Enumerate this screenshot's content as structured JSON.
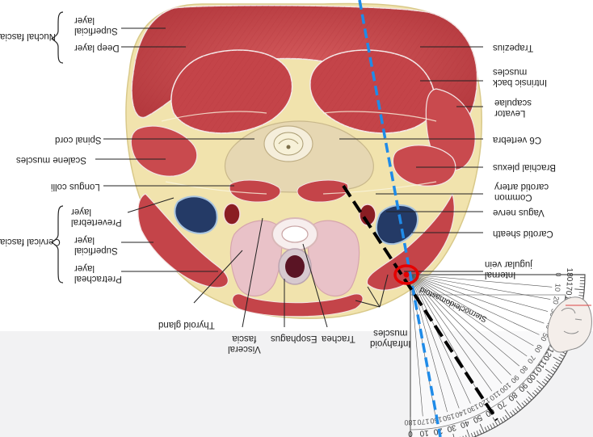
{
  "labels_right": {
    "trapezius": "Trapezius",
    "intrinsic_back": "Intrinsic back\nmuscles",
    "levator": "Levator\nscapulae",
    "c6": "C6 vertebra",
    "brachial": "Brachial plexus",
    "carotid_artery": "Common\ncarotid artery",
    "vagus": "Vagus nerve",
    "carotid_sheath": "Carotid sheath",
    "jugular": "Internal\njugular vein",
    "sternocleido": "Sternocleidomastoid"
  },
  "labels_left": {
    "superficial_layer_top": "Superficial\nlayer",
    "deep_layer": "Deep layer",
    "nuchal_fascia": "Nuchal fascia",
    "spinal_cord": "Spinal cord",
    "scalene": "Scalene muscles",
    "longus": "Longus colli",
    "prevertebral": "Prevertebral\nlayer",
    "superficial_layer_mid": "Superficial\nlayer",
    "pretracheal": "Pretracheal\nlayer",
    "cervical_fascia": "Cervical fascia",
    "thyroid": "Thyroid gland"
  },
  "labels_bottom": {
    "visceral": "Visceral\nfascia",
    "esophagus": "Esophagus",
    "trachea": "Trachea",
    "infrahyoid": "Infrahyoid\nmuscles"
  },
  "protractor": {
    "outer_scale": [
      "180",
      "170",
      "160",
      "150",
      "140",
      "130",
      "120",
      "110",
      "100",
      "90",
      "80",
      "70",
      "60",
      "50",
      "40",
      "30",
      "20",
      "10",
      "0"
    ],
    "inner_scale": [
      "0",
      "10",
      "20",
      "30",
      "40",
      "50",
      "60",
      "70",
      "80",
      "90",
      "100",
      "110",
      "120",
      "130",
      "140",
      "150",
      "160",
      "170",
      "180"
    ]
  },
  "colors": {
    "muscle": "#c9464a",
    "fat": "#efe2a8",
    "bone": "#e4d6b4",
    "vein": "#243a66",
    "artery": "#8a1d23",
    "thyroid": "#e9c2c8",
    "blue_line": "#1f8be8",
    "black_line": "#000000",
    "marker": "#e60000"
  }
}
